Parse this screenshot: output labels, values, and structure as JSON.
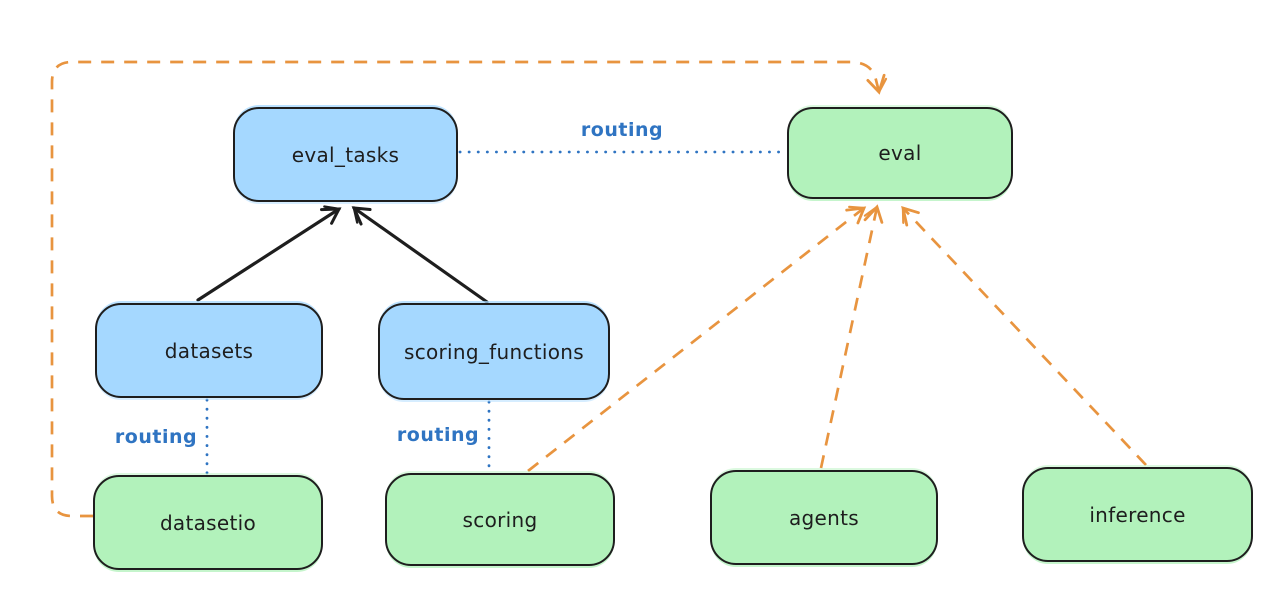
{
  "diagram": {
    "background": "#ffffff",
    "colors": {
      "api_node_fill": "#a5d8ff",
      "provider_node_fill": "#b2f2bb",
      "node_border": "#1e1e1e",
      "routing_blue": "#2f74c2",
      "dependency_black": "#1e1e1e",
      "provider_orange": "#e8943f"
    },
    "nodes": [
      {
        "id": "eval_tasks",
        "label": "eval_tasks",
        "kind": "blue"
      },
      {
        "id": "eval",
        "label": "eval",
        "kind": "green"
      },
      {
        "id": "datasets",
        "label": "datasets",
        "kind": "blue"
      },
      {
        "id": "scoring_functions",
        "label": "scoring_functions",
        "kind": "blue"
      },
      {
        "id": "datasetio",
        "label": "datasetio",
        "kind": "green"
      },
      {
        "id": "scoring",
        "label": "scoring",
        "kind": "green"
      },
      {
        "id": "agents",
        "label": "agents",
        "kind": "green"
      },
      {
        "id": "inference",
        "label": "inference",
        "kind": "green"
      }
    ],
    "edge_labels": [
      {
        "id": "routing-eval_tasks-eval",
        "text": "routing"
      },
      {
        "id": "routing-datasets-datasetio",
        "text": "routing"
      },
      {
        "id": "routing-scoring_functions-scoring",
        "text": "routing"
      }
    ],
    "edges": [
      {
        "from": "datasets",
        "to": "eval_tasks",
        "style": "solid",
        "color": "black",
        "arrow": true
      },
      {
        "from": "scoring_functions",
        "to": "eval_tasks",
        "style": "solid",
        "color": "black",
        "arrow": true
      },
      {
        "from": "eval_tasks",
        "to": "eval",
        "style": "dotted",
        "color": "blue",
        "label": "routing",
        "arrow": false
      },
      {
        "from": "datasets",
        "to": "datasetio",
        "style": "dotted",
        "color": "blue",
        "label": "routing",
        "arrow": false
      },
      {
        "from": "scoring_functions",
        "to": "scoring",
        "style": "dotted",
        "color": "blue",
        "label": "routing",
        "arrow": false
      },
      {
        "from": "datasetio",
        "to": "eval",
        "style": "dashed",
        "color": "orange",
        "arrow": true
      },
      {
        "from": "scoring",
        "to": "eval",
        "style": "dashed",
        "color": "orange",
        "arrow": true
      },
      {
        "from": "agents",
        "to": "eval",
        "style": "dashed",
        "color": "orange",
        "arrow": true
      },
      {
        "from": "inference",
        "to": "eval",
        "style": "dashed",
        "color": "orange",
        "arrow": true
      }
    ]
  }
}
